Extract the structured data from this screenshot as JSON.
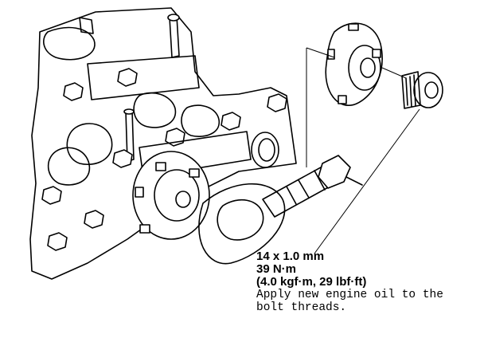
{
  "callout": {
    "thread_size": "14 x 1.0 mm",
    "torque_nm": "39 N·m",
    "torque_alt": "(4.0 kgf·m, 29 lbf·ft)",
    "note_line1": "Apply new engine oil to the",
    "note_line2": "bolt threads."
  },
  "colors": {
    "ink": "#000000",
    "paper": "#ffffff"
  },
  "icons": [
    "camshaft-assembly-drawing",
    "gear-plate-drawing",
    "plug-bolt-drawing",
    "leader-line"
  ]
}
